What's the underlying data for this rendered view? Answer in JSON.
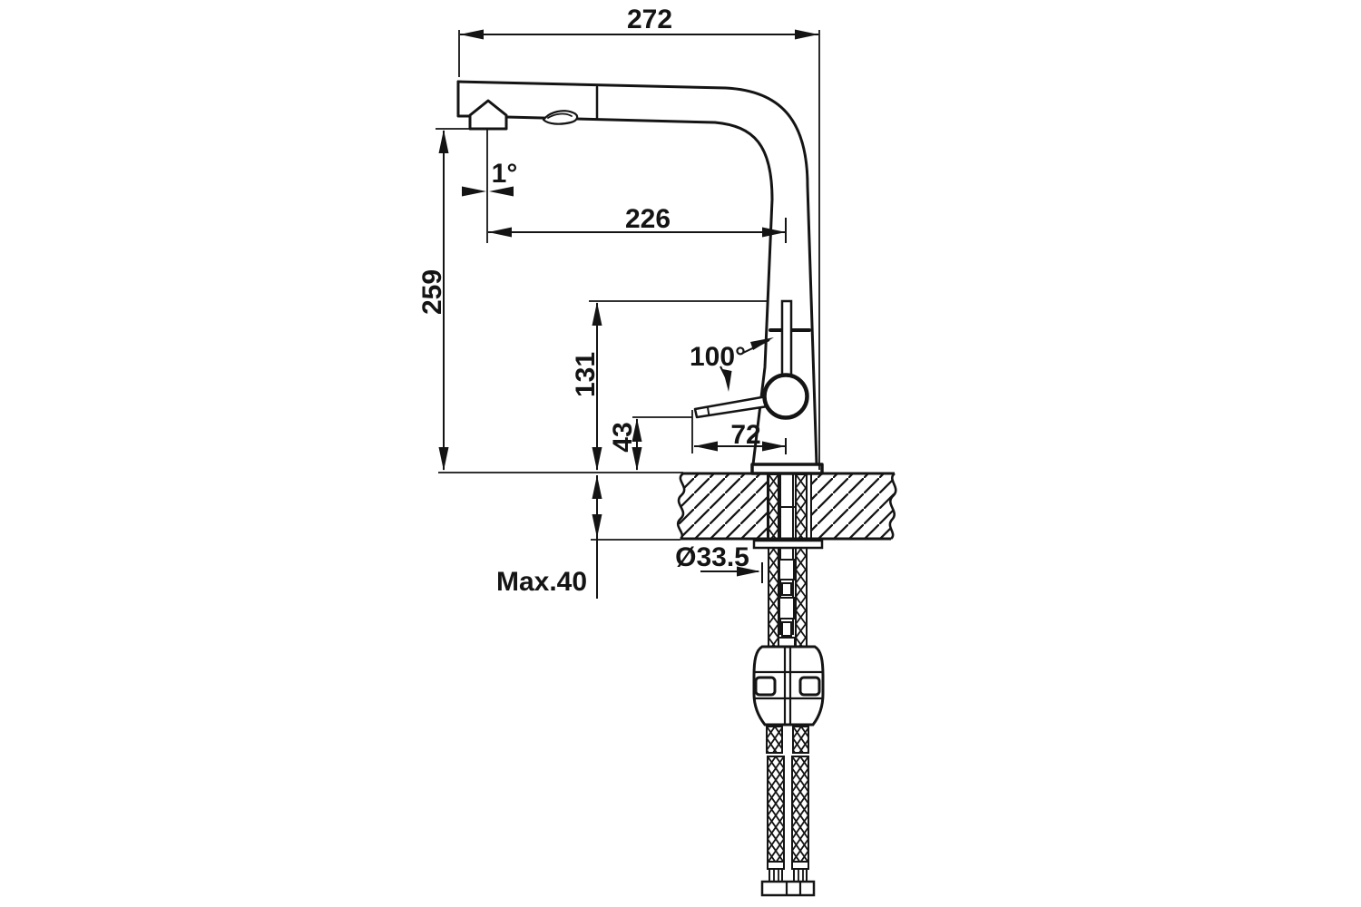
{
  "drawing": {
    "title": "pull-out kitchen faucet installation drawing",
    "colors": {
      "ink": "#141414",
      "background": "#ffffff"
    },
    "labels": {
      "overall_depth": "272",
      "spout_reach": "226",
      "spout_height": "259",
      "spout_slope_angle": "1°",
      "handle_top_height": "131",
      "handle_swing_angle": "100°",
      "lever_end_height": "43",
      "lever_reach": "72",
      "mounting_hole_diameter": "Ø33.5",
      "max_countertop_thickness": "Max.40"
    }
  }
}
